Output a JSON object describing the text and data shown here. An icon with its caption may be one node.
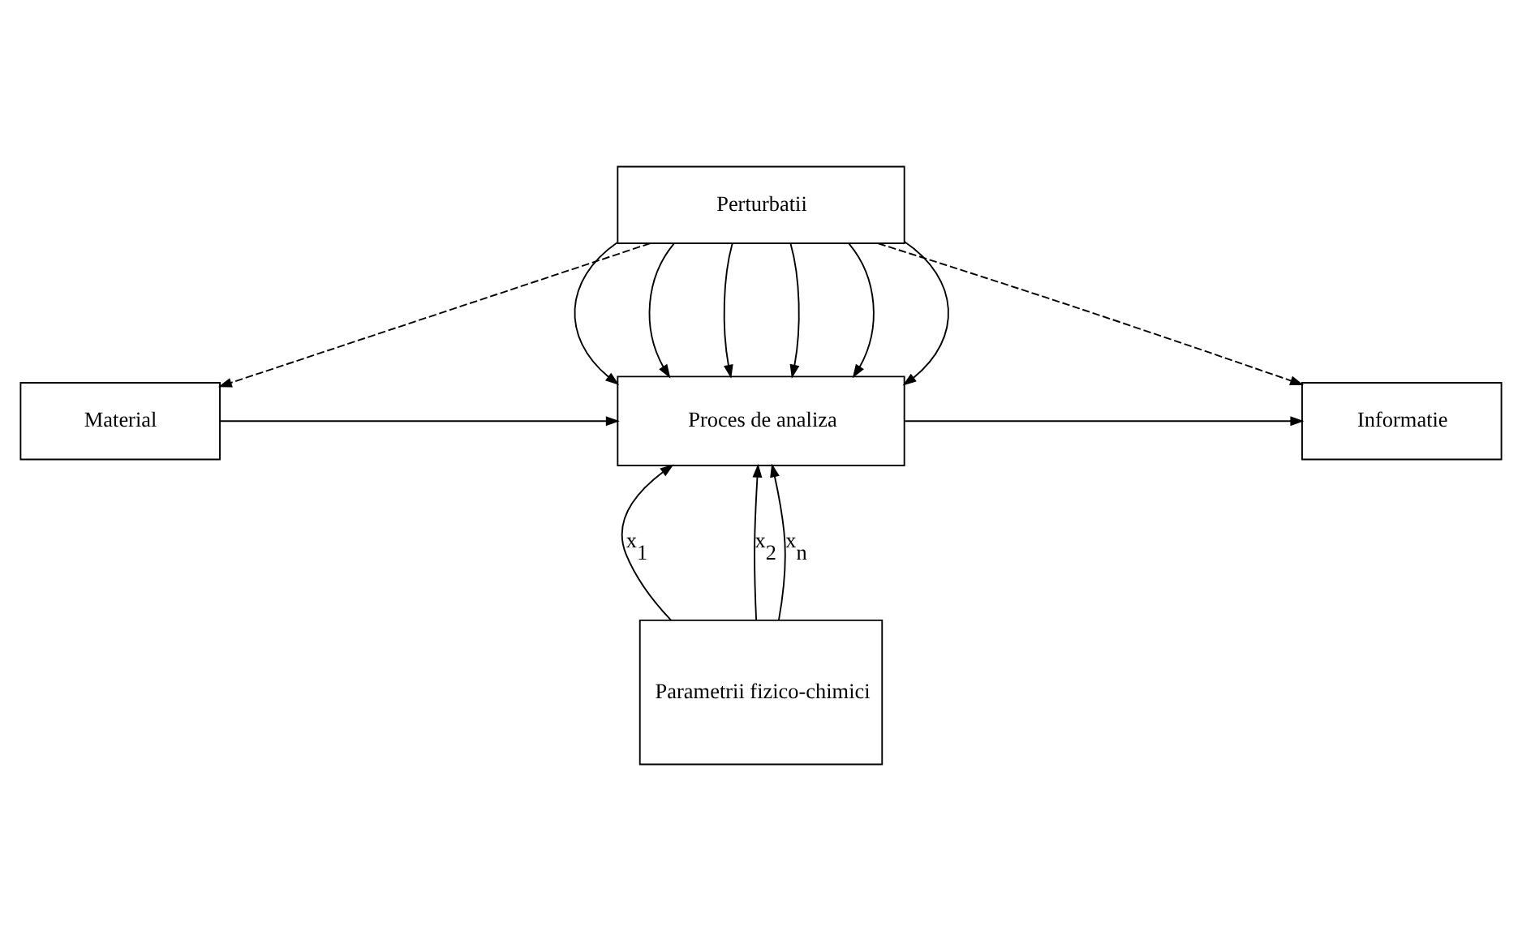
{
  "diagram": {
    "nodes": [
      {
        "text": [
          "Perturbatii"
        ]
      },
      {
        "text": [
          "Material"
        ]
      },
      {
        "text": [
          "Proces de analiza"
        ]
      },
      {
        "text": [
          "Informatie"
        ]
      },
      {
        "text": [
          "Parametrii fizico-chimici"
        ]
      }
    ],
    "edges": [
      {
        "from": 0,
        "to": 1,
        "arrow": "to",
        "style": "dashed"
      },
      {
        "from": 0,
        "to": 3,
        "arrow": "to",
        "style": "dashed"
      },
      {
        "from": 0,
        "to": 2,
        "arrow": "to"
      },
      {
        "from": 0,
        "to": 2,
        "arrow": "to"
      },
      {
        "from": 0,
        "to": 2,
        "arrow": "to"
      },
      {
        "from": 0,
        "to": 2,
        "arrow": "to"
      },
      {
        "from": 0,
        "to": 2,
        "arrow": "to"
      },
      {
        "from": 0,
        "to": 2,
        "arrow": "to"
      },
      {
        "from": 1,
        "to": 2,
        "arrow": "to"
      },
      {
        "from": 2,
        "to": 3,
        "arrow": "to"
      },
      {
        "from": 4,
        "to": 2,
        "arrow": "to",
        "label": "x$_{1}$"
      },
      {
        "from": 4,
        "to": 2,
        "arrow": "to",
        "label": "x$_{2}$"
      },
      {
        "from": 4,
        "to": 2,
        "arrow": "to",
        "label": "x$_{n}$"
      }
    ]
  }
}
